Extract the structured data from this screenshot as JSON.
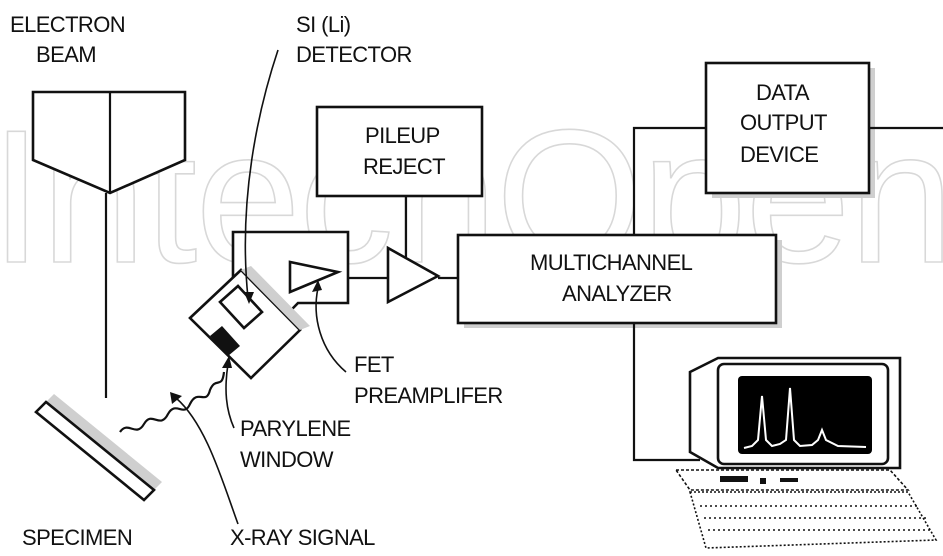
{
  "watermark": "IntechOpen",
  "labels": {
    "electron_beam": [
      "ELECTRON",
      "BEAM"
    ],
    "si_li_detector": [
      "SI (Li)",
      "DETECTOR"
    ],
    "pileup_reject": [
      "PILEUP",
      "REJECT"
    ],
    "data_output_device": [
      "DATA",
      "OUTPUT",
      "DEVICE"
    ],
    "multichannel_analyzer": [
      "MULTICHANNEL",
      "ANALYZER"
    ],
    "fet_preamplifier": [
      "FET",
      "PREAMPLIFER"
    ],
    "parylene_window": [
      "PARYLENE",
      "WINDOW"
    ],
    "specimen": "SPECIMEN",
    "xray_signal": "X-RAY SIGNAL"
  },
  "colors": {
    "ink": "#111111",
    "shadow": "#cfcfcf",
    "watermark": "#d8d8d8",
    "screen": "#000000"
  },
  "icons": {
    "electron_gun": "electron-gun-icon",
    "specimen": "specimen-plate-icon",
    "detector": "detector-housing-icon",
    "preamp": "preamplifier-triangle-icon",
    "amplifier": "amplifier-triangle-icon",
    "computer": "computer-monitor-icon"
  }
}
